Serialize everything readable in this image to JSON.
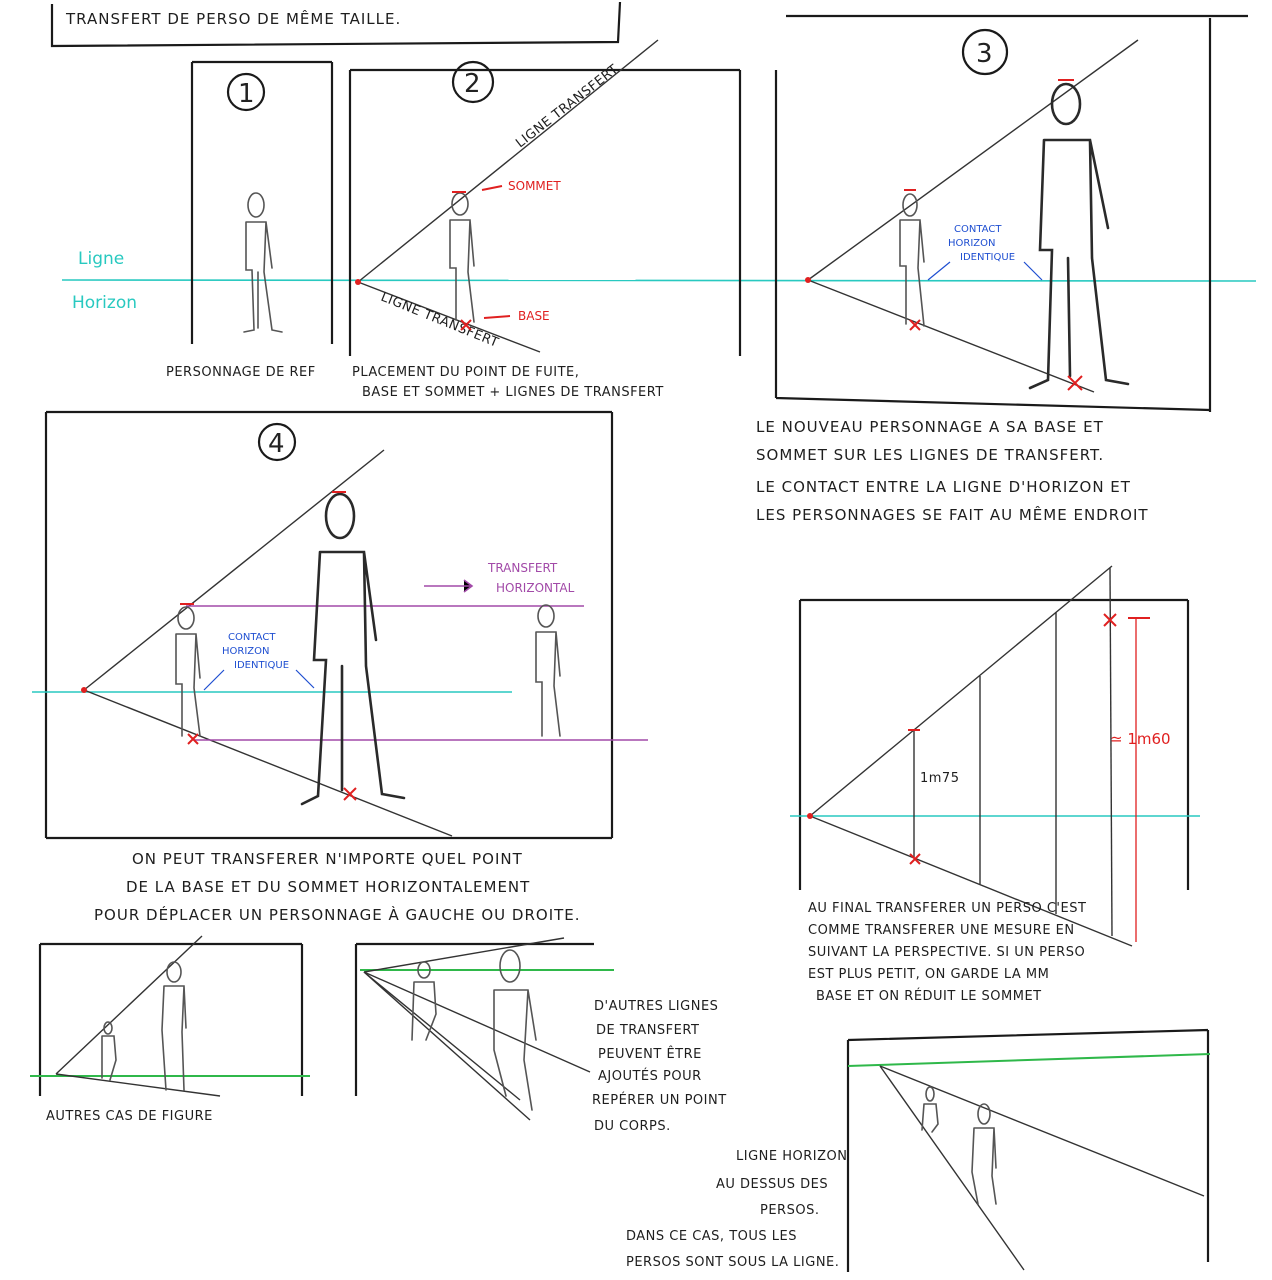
{
  "title": "TRANSFERT DE PERSO DE MÊME TAILLE.",
  "horizon_label_1": "Ligne",
  "horizon_label_2": "Horizon",
  "panel_numbers": [
    "1",
    "2",
    "3",
    "4"
  ],
  "panel1_caption": "PERSONNAGE DE REF",
  "panel2": {
    "caption_1": "PLACEMENT DU POINT DE FUITE,",
    "caption_2": "BASE ET SOMMET + LIGNES DE TRANSFERT",
    "ligne_transfert_top": "LIGNE TRANSFERT",
    "ligne_transfert_bottom": "LIGNE TRANSFERT",
    "sommet": "SOMMET",
    "base": "BASE"
  },
  "panel3": {
    "contact_1": "CONTACT",
    "contact_2": "HORIZON",
    "contact_3": "IDENTIQUE",
    "caption_1": "LE NOUVEAU PERSONNAGE A SA BASE ET",
    "caption_2": "SOMMET SUR LES LIGNES DE TRANSFERT.",
    "caption_3": "LE CONTACT ENTRE LA LIGNE D'HORIZON ET",
    "caption_4": "LES PERSONNAGES SE FAIT AU MÊME ENDROIT"
  },
  "panel4": {
    "transfert_1": "TRANSFERT",
    "transfert_2": "HORIZONTAL",
    "contact_1": "CONTACT",
    "contact_2": "HORIZON",
    "contact_3": "IDENTIQUE",
    "caption_1": "ON PEUT TRANSFERER N'IMPORTE QUEL POINT",
    "caption_2": "DE LA BASE ET DU SOMMET HORIZONTALEMENT",
    "caption_3": "POUR DÉPLACER UN PERSONNAGE À GAUCHE OU DROITE."
  },
  "panel5": {
    "height_label": "1m75",
    "approx_label": "≃ 1m60",
    "caption_1": "AU FINAL TRANSFERER UN PERSO C'EST",
    "caption_2": "COMME TRANSFERER UNE MESURE EN",
    "caption_3": "SUIVANT LA PERSPECTIVE. SI UN PERSO",
    "caption_4": "EST PLUS PETIT, ON GARDE LA MM",
    "caption_5": "BASE ET ON RÉDUIT LE SOMMET"
  },
  "other_cases": {
    "caption": "AUTRES CAS DE FIGURE",
    "note_1": "D'AUTRES LIGNES",
    "note_2": "DE TRANSFERT",
    "note_3": "PEUVENT ÊTRE",
    "note_4": "AJOUTÉS POUR",
    "note_5": "REPÉRER UN POINT",
    "note_6": "DU CORPS."
  },
  "last_case": {
    "note_1": "LIGNE HORIZON",
    "note_2": "AU DESSUS DES",
    "note_3": "PERSOS.",
    "note_4": "DANS CE CAS, TOUS LES",
    "note_5": "PERSOS SONT SOUS LA LIGNE."
  },
  "colors": {
    "horizon": "#28c9c0",
    "horizon_alt": "#2fb84a",
    "markers": "#e02020",
    "annotation_blue": "#1f4fd1",
    "transfer_horizontal": "#a24aa8"
  }
}
